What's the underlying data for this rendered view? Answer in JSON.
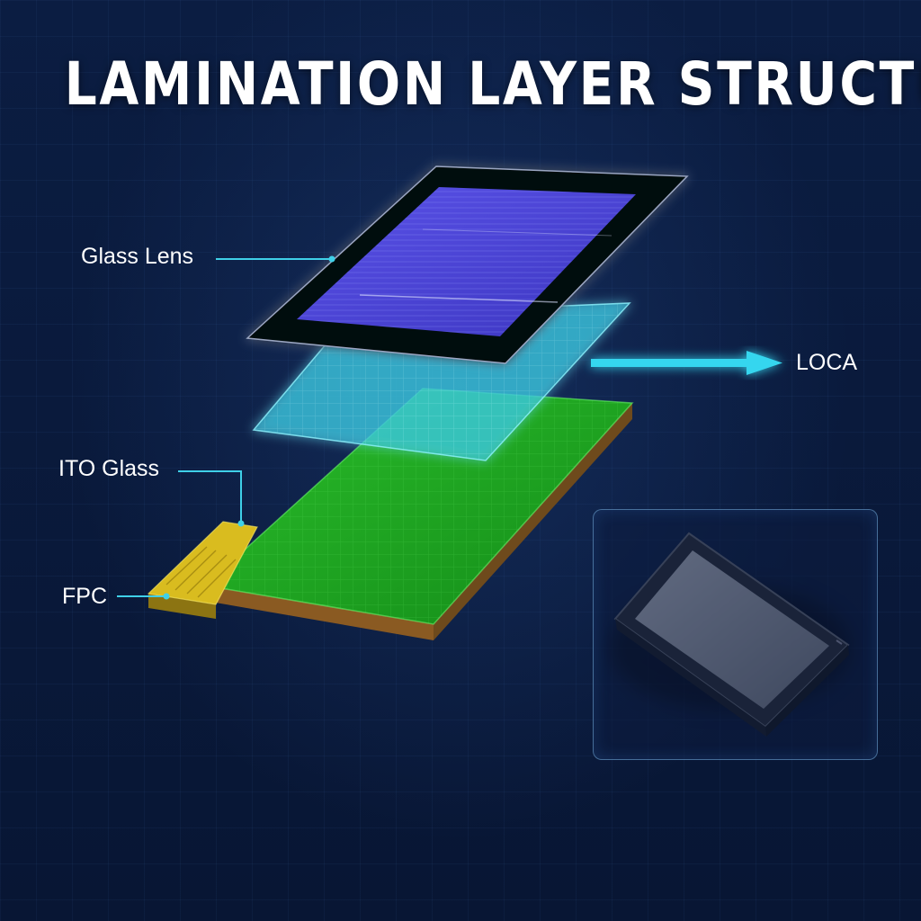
{
  "title": "LAMINATION LAYER STRUCTURE",
  "labels": {
    "glass_lens": "Glass Lens",
    "loca": "LOCA",
    "ito_glass": "ITO Glass",
    "fpc": "FPC"
  },
  "colors": {
    "background": "#0a1a3a",
    "callout_line": "#3fd0e8",
    "loca_arrow": "#35d6ef",
    "glass_lens_screen": "#4a44d8",
    "loca_layer": "#38c7e0",
    "ito_glass_layer": "#1fa21f",
    "fpc": "#d6b81a"
  }
}
